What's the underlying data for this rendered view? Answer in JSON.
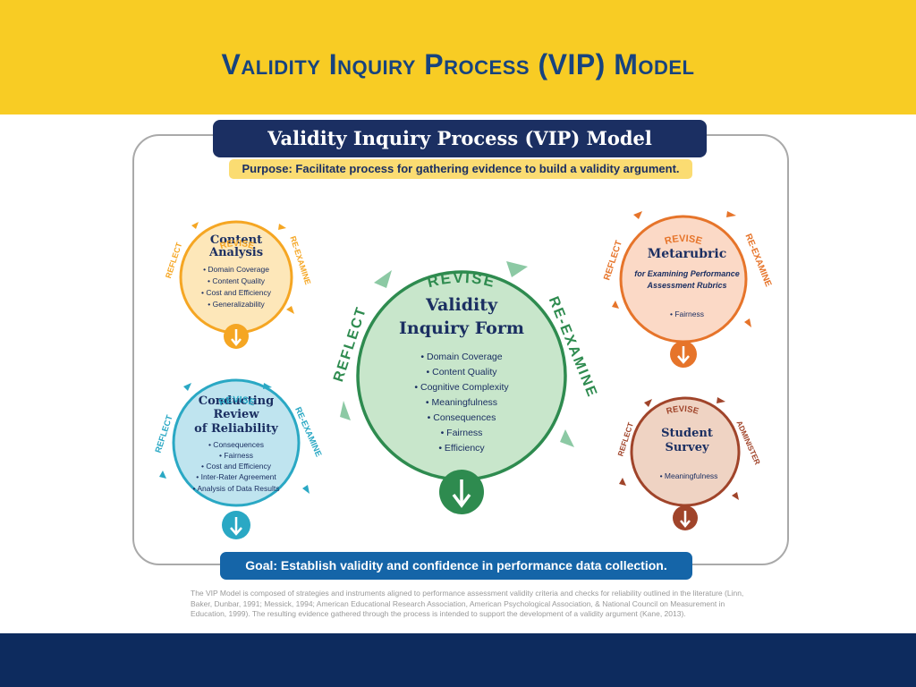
{
  "slide": {
    "title": "Validity Inquiry Process (VIP) Model"
  },
  "banner": {
    "title": "Validity Inquiry Process (VIP) Model",
    "purpose": "Purpose: Facilitate process for gathering evidence to build a validity argument.",
    "goal": "Goal: Establish validity and confidence in performance data collection."
  },
  "colors": {
    "yellow_band": "#f8cc24",
    "navy_band": "#0d2b5e",
    "orange": "#f5a623",
    "teal": "#2aa8c4",
    "green": "#2e8b4f",
    "dark_orange": "#e6742a",
    "brown": "#a0442a"
  },
  "circles": {
    "content_analysis": {
      "title_line1": "Content",
      "title_line2": "Analysis",
      "items": [
        "• Domain Coverage",
        "• Content Quality",
        "• Cost and Efficiency",
        "• Generalizability"
      ],
      "arc_top": "REVISE",
      "arc_left": "REFLECT",
      "arc_right": "RE-EXAMINE"
    },
    "reliability": {
      "title_line1": "Conducting",
      "title_line2": "Review",
      "title_line3": "of Reliability",
      "items": [
        "• Consequences",
        "• Fairness",
        "• Cost and Efficiency",
        "• Inter-Rater Agreement",
        "• Analysis of Data Results"
      ],
      "arc_top": "REVISE",
      "arc_left": "REFLECT",
      "arc_right": "RE-EXAMINE"
    },
    "vif": {
      "title_line1": "Validity",
      "title_line2": "Inquiry Form",
      "items": [
        "• Domain Coverage",
        "• Content Quality",
        "• Cognitive Complexity",
        "• Meaningfulness",
        "• Consequences",
        "• Fairness",
        "• Efficiency"
      ],
      "arc_top": "REVISE",
      "arc_left": "REFLECT",
      "arc_right": "RE-EXAMINE"
    },
    "metarubric": {
      "title": "Metarubric",
      "subtitle_line1": "for Examining Performance",
      "subtitle_line2": "Assessment Rubrics",
      "items": [
        "• Fairness"
      ],
      "arc_top": "REVISE",
      "arc_left": "REFLECT",
      "arc_right": "RE-EXAMINE"
    },
    "survey": {
      "title_line1": "Student",
      "title_line2": "Survey",
      "items": [
        "• Meaningfulness"
      ],
      "arc_top": "REVISE",
      "arc_left": "REFLECT",
      "arc_right": "ADMINISTER"
    }
  },
  "footnote": "The VIP Model is composed of strategies and instruments aligned to performance assessment validity criteria and checks for reliability outlined in the literature (Linn, Baker, Dunbar, 1991; Messick, 1994; American Educational Research Association, American Psychological Association, & National Council on Measurement in Education, 1999). The resulting evidence gathered through the process is intended to support the development of a validity argument (Kane, 2013)."
}
